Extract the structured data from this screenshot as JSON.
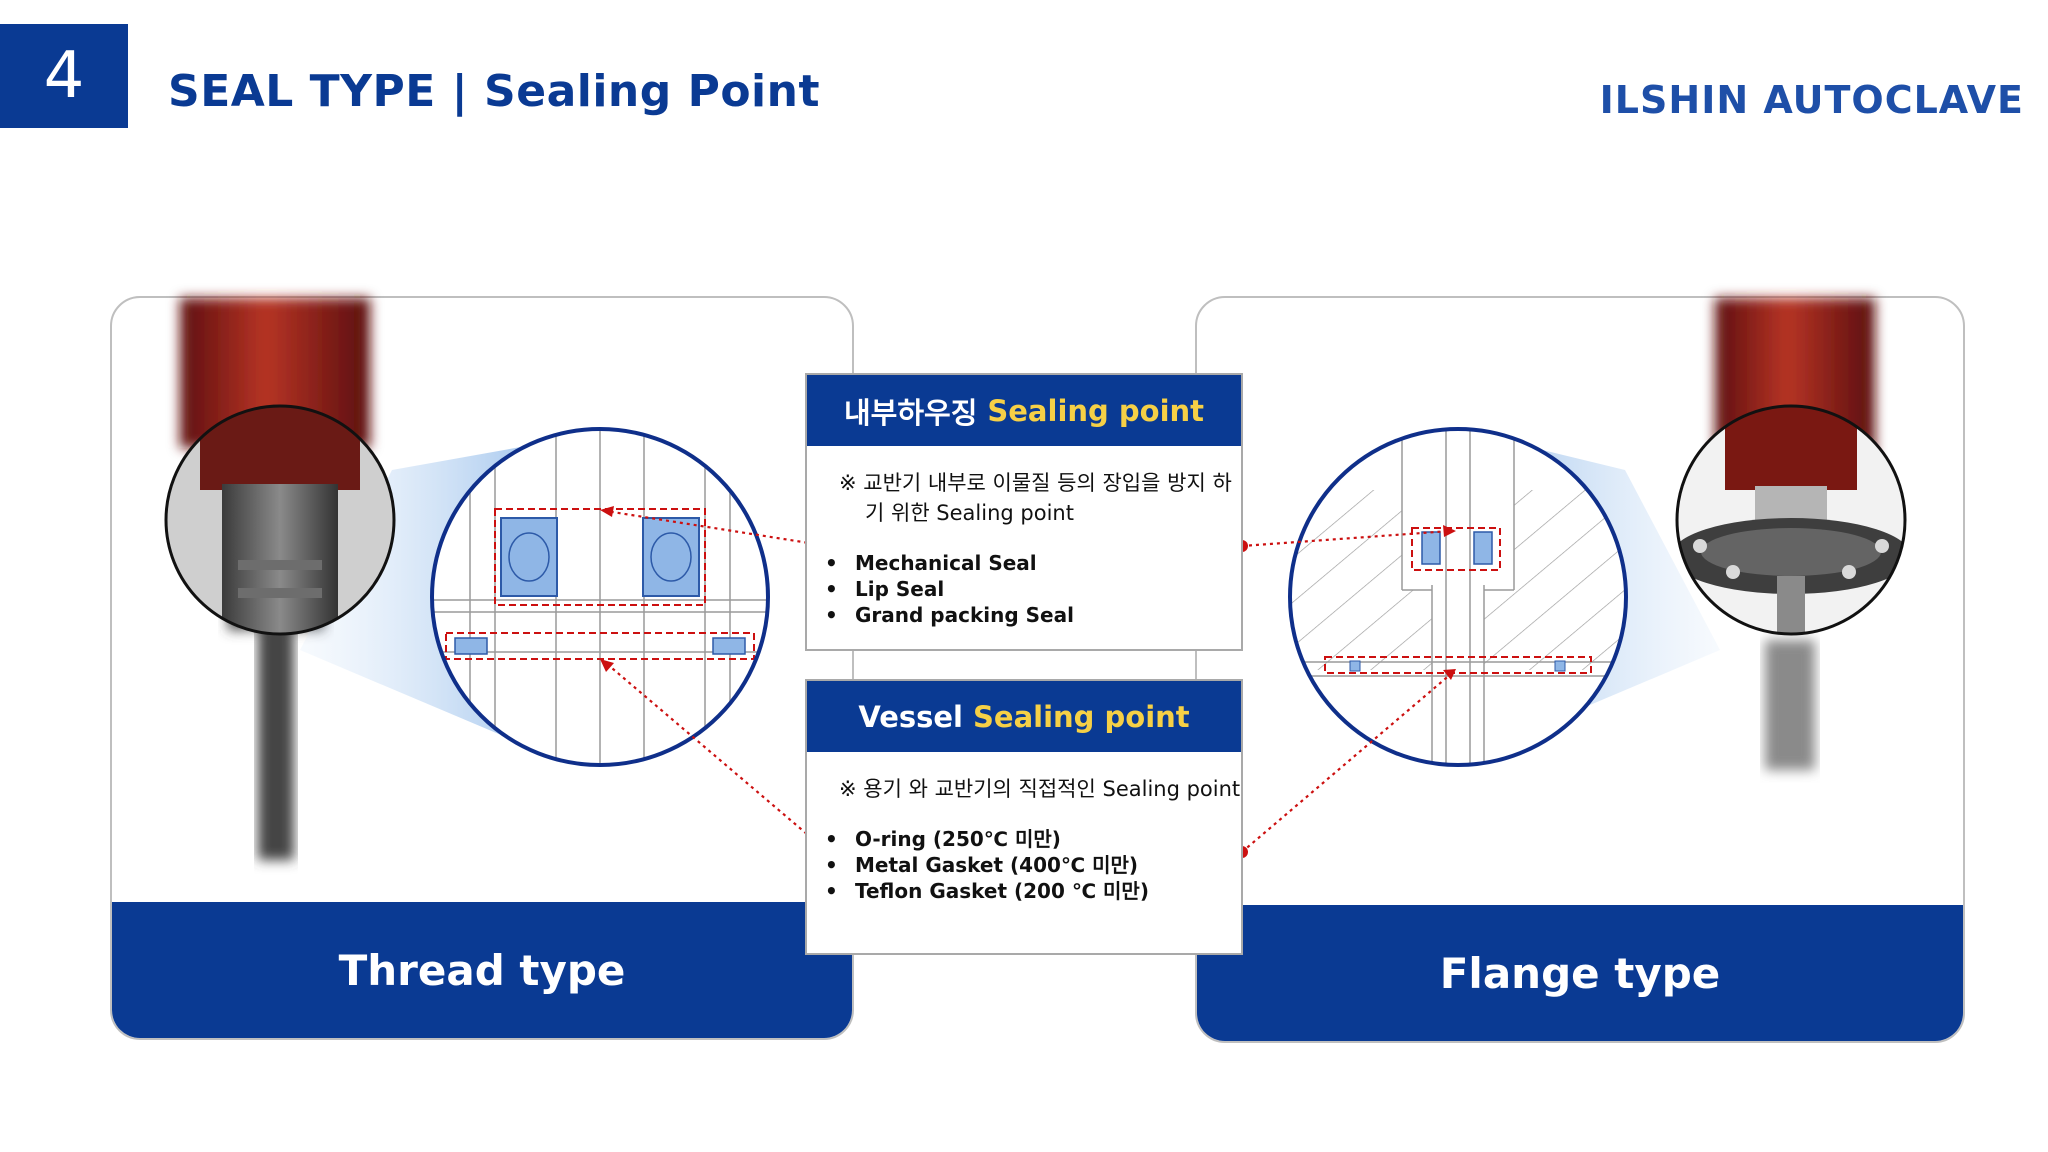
{
  "header": {
    "section_number": "4",
    "title": "SEAL TYPE  |  Sealing Point",
    "brand": "ILSHIN AUTOCLAVE"
  },
  "cards": {
    "thread": {
      "label": "Thread type"
    },
    "flange": {
      "label": "Flange type"
    }
  },
  "internal_box": {
    "title_main": "내부하우징",
    "title_accent": "Sealing point",
    "note": "※ 교반기 내부로 이물질 등의 장입을 방지 하기 위한 Sealing point",
    "items": [
      "Mechanical Seal",
      "Lip Seal",
      "Grand packing Seal"
    ]
  },
  "vessel_box": {
    "title_main": "Vessel",
    "title_accent": "Sealing point",
    "note": "※ 용기 와 교반기의 직접적인 Sealing point",
    "items": [
      "O-ring (250℃ 미만)",
      "Metal Gasket (400℃ 미만)",
      "Teflon Gasket (200 ℃ 미만)"
    ]
  },
  "colors": {
    "brand_blue": "#0a3a93",
    "accent_yellow": "#f6d046",
    "seal_red": "#cc1010",
    "seal_blue": "#8fb6e6"
  }
}
